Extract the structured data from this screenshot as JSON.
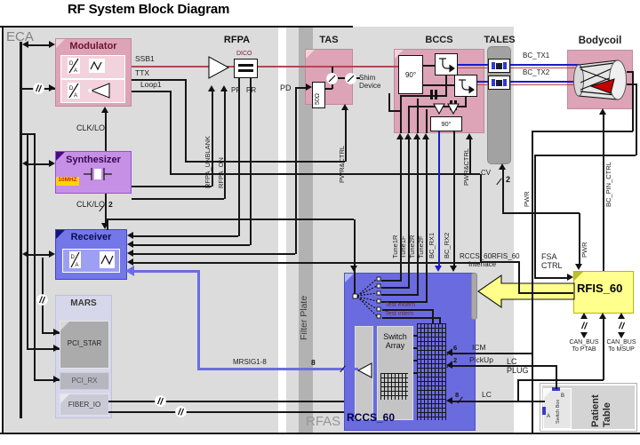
{
  "title": "RF System Block Diagram",
  "regions": {
    "eca": "ECA",
    "filter_plate": "Filter Plate",
    "rfas": "RFAS"
  },
  "blocks": {
    "modulator": "Modulator",
    "rfpa": "RFPA",
    "dico": "DICO",
    "synthesizer": "Synthesizer",
    "synth_freq": "10MHZ",
    "receiver": "Receiver",
    "mars": "MARS",
    "pci_star": "PCI_STAR",
    "pci_rx": "PCI_RX",
    "fiber_io": "FIBER_IO",
    "tas": "TAS",
    "tas_load": "50Ω",
    "shim1": "Shim",
    "shim2": "Device",
    "bccs": "BCCS",
    "hybrid_90": "90°",
    "tales": "TALES",
    "bodycoil": "Bodycoil",
    "rfis": "RFIS_60",
    "rccs": "RCCS_60",
    "switch_array1": "Switch",
    "switch_array2": "Array",
    "patient1": "Patient",
    "patient2": "Table",
    "switch_box": "Switch Box",
    "conn_a": "A",
    "conn_b": "B"
  },
  "signals": {
    "ssb1": "SSB1",
    "ttx": "TTX",
    "loop1": "Loop1",
    "clklo": "CLK/LO",
    "clklo_width": "2",
    "pf": "PF",
    "pr": "PR",
    "pd": "PD",
    "rfpa_unblank": "RFPA_UNBLANK",
    "rfpa_on": "RFPA_ON",
    "pwrctrl": "PWR&CTRL",
    "tune1r": "Tune1R",
    "tune1f": "Tune1F",
    "tune2r": "Tune2R",
    "tune2f": "Tune2F",
    "bc_rx1": "BC_RX1",
    "bc_rx2": "BC_RX2",
    "bc_tx1": "BC_TX1",
    "bc_tx2": "BC_TX2",
    "cv": "CV",
    "cv_width": "2",
    "pwr": "PWR",
    "bc_pin_ctrl": "BC_PIN_CTRL",
    "fsa1": "FSA",
    "fsa2": "CTRL",
    "iface1": "RCCS_60RFIS_60",
    "iface2": "Interface",
    "test_extern": "Test extern",
    "test_intern": "Test intern",
    "mrsig": "MRSIG1-8",
    "mrsig_width": "8",
    "icm": "ICM",
    "icm_width": "6",
    "pickup": "PickUp",
    "pickup_width": "2",
    "lc": "LC",
    "lc_width": "8",
    "lc_plug1": "LC",
    "lc_plug2": "PLUG",
    "canbus": "CAN_BUS",
    "to_ptab": "To PTAB",
    "to_msup": "To MSUP"
  },
  "colors": {
    "pink": "#dca4b6",
    "purple": "#c690e6",
    "blue": "#7377e8",
    "rccs_blue": "#6b6be0",
    "yellow": "#ffff8e",
    "bg": "#dcdcdc",
    "band": "#b2b2b2",
    "red_line": "#b5484f",
    "blue_line": "#1c1ccd"
  }
}
